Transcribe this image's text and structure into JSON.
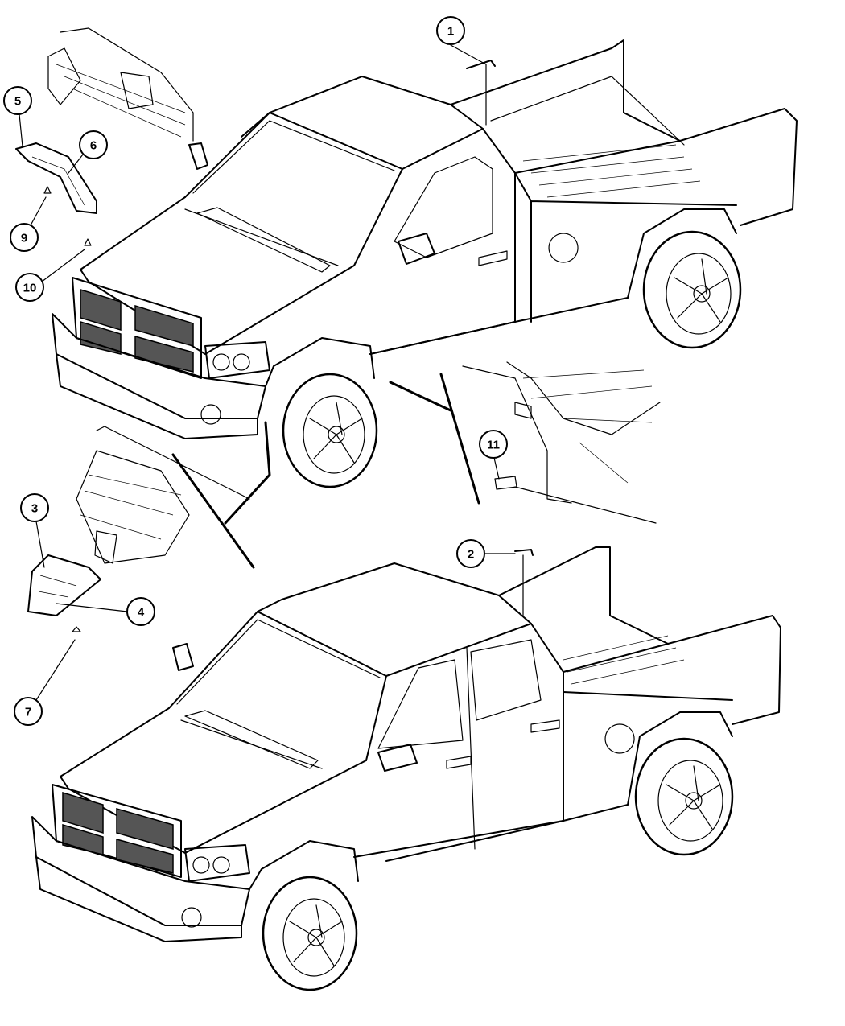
{
  "callouts": [
    {
      "id": "c1",
      "number": "1"
    },
    {
      "id": "c2",
      "number": "2"
    },
    {
      "id": "c3",
      "number": "3"
    },
    {
      "id": "c4",
      "number": "4"
    },
    {
      "id": "c5",
      "number": "5"
    },
    {
      "id": "c6",
      "number": "6"
    },
    {
      "id": "c7",
      "number": "7"
    },
    {
      "id": "c9",
      "number": "9"
    },
    {
      "id": "c10",
      "number": "10"
    },
    {
      "id": "c11",
      "number": "11"
    }
  ],
  "colors": {
    "line": "#000000",
    "background": "#ffffff",
    "grille": "#555555"
  }
}
